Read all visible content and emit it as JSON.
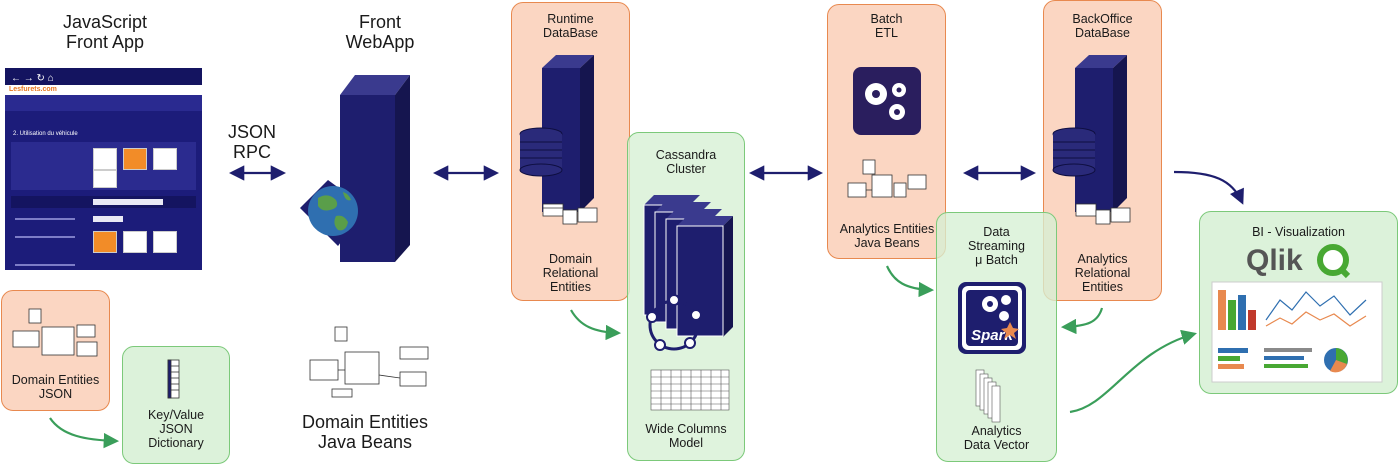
{
  "front_app": {
    "title": "JavaScript\nFront App"
  },
  "protocol": {
    "label": "JSON\nRPC"
  },
  "webapp": {
    "title": "Front\nWebApp"
  },
  "runtime_db": {
    "title": "Runtime\nDataBase",
    "caption": "Domain\nRelational\nEntities"
  },
  "cassandra": {
    "title": "Cassandra\nCluster",
    "caption": "Wide Columns\nModel"
  },
  "batch_etl": {
    "title": "Batch\nETL",
    "caption": "Analytics Entities\nJava Beans"
  },
  "streaming": {
    "title": "Data\nStreaming\nμ Batch",
    "caption": "Analytics\nData Vector"
  },
  "backoffice_db": {
    "title": "BackOffice\nDataBase",
    "caption": "Analytics\nRelational\nEntities"
  },
  "bi": {
    "title": "BI - Visualization"
  },
  "domain_json": {
    "caption": "Domain Entities\nJSON"
  },
  "kv_dict": {
    "caption": "Key/Value\nJSON\nDictionary"
  },
  "domain_java": {
    "caption": "Domain Entities\nJava Beans"
  },
  "screenshot": {
    "brand": "Lesfurets.com",
    "section": "2. Utilisation du véhicule"
  },
  "logos": {
    "qlik": "Qlik",
    "spark": "Spark"
  },
  "colors": {
    "navy": "#1e1e6e",
    "orange_fill": "#fbd6c2",
    "orange_border": "#e8894f",
    "green_fill": "#dcf2da",
    "green_border": "#7cc97a",
    "arrow_green": "#3a9e5a"
  }
}
